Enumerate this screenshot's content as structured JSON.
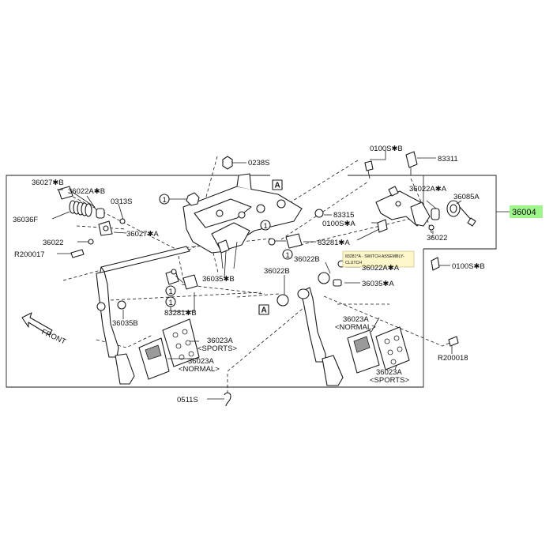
{
  "labels": {
    "p0238S": "0238S",
    "p0100S_B_top": "0100S✱B",
    "p83311": "83311",
    "p36022A_A": "36022A✱A",
    "p36085A": "36085A",
    "p36004": "36004",
    "p83315": "83315",
    "p0100S_A": "0100S✱A",
    "p36022_right": "36022",
    "p83281_A": "83281✱A",
    "p0100S_B_right": "0100S✱B",
    "p36022B_right": "36022B",
    "p36022A_A_lower": "36022A✱A",
    "p36035_A": "36035✱A",
    "p36027_B": "36027✱B",
    "p36022A_B": "36022A✱B",
    "p0313S": "0313S",
    "p36036F": "36036F",
    "p36027_A": "36027✱A",
    "p36022_left": "36022",
    "pR200017": "R200017",
    "p36035_B_center": "36035✱B",
    "p36022B_center": "36022B",
    "p83281_B": "83281✱B",
    "p36035B": "36035B",
    "p36023A_sports_left": "36023A",
    "p36023A_sports_left_sub": "<SPORTS>",
    "p36023A_normal_left": "36023A",
    "p36023A_normal_left_sub": "<NORMAL>",
    "p36023A_normal_right": "36023A",
    "p36023A_normal_right_sub": "<NORMAL>",
    "p36023A_sports_right": "36023A",
    "p36023A_sports_right_sub": "<SPORTS>",
    "pR200018": "R200018",
    "p0511S": "0511S",
    "front": "FRONT",
    "ref_A": "A",
    "circle_1": "1"
  },
  "tooltip": {
    "line1": "83281*A - SWITCH ASSEMBLY-",
    "line2": "CLUTCH"
  },
  "colors": {
    "highlight": "#9ef58a",
    "tooltip_bg": "#fdf6c8",
    "line": "#1a1a1a"
  }
}
